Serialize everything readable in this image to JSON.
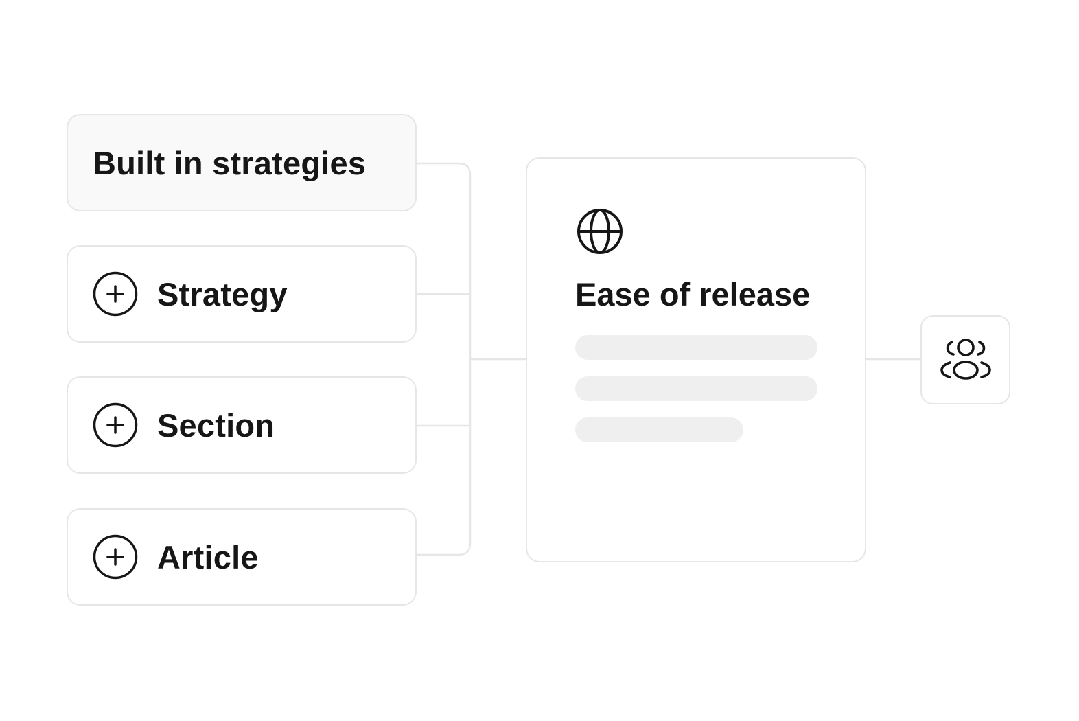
{
  "sources": {
    "header_label": "Built in strategies",
    "items": [
      {
        "label": "Strategy",
        "icon": "plus-circle-icon"
      },
      {
        "label": "Section",
        "icon": "plus-circle-icon"
      },
      {
        "label": "Article",
        "icon": "plus-circle-icon"
      }
    ]
  },
  "target": {
    "icon": "globe-icon",
    "title": "Ease of release"
  },
  "audience": {
    "icon": "users-icon"
  },
  "colors": {
    "text": "#161616",
    "border": "#e6e6e6",
    "header_fill": "#f9f9f9",
    "placeholder": "#efefef"
  }
}
